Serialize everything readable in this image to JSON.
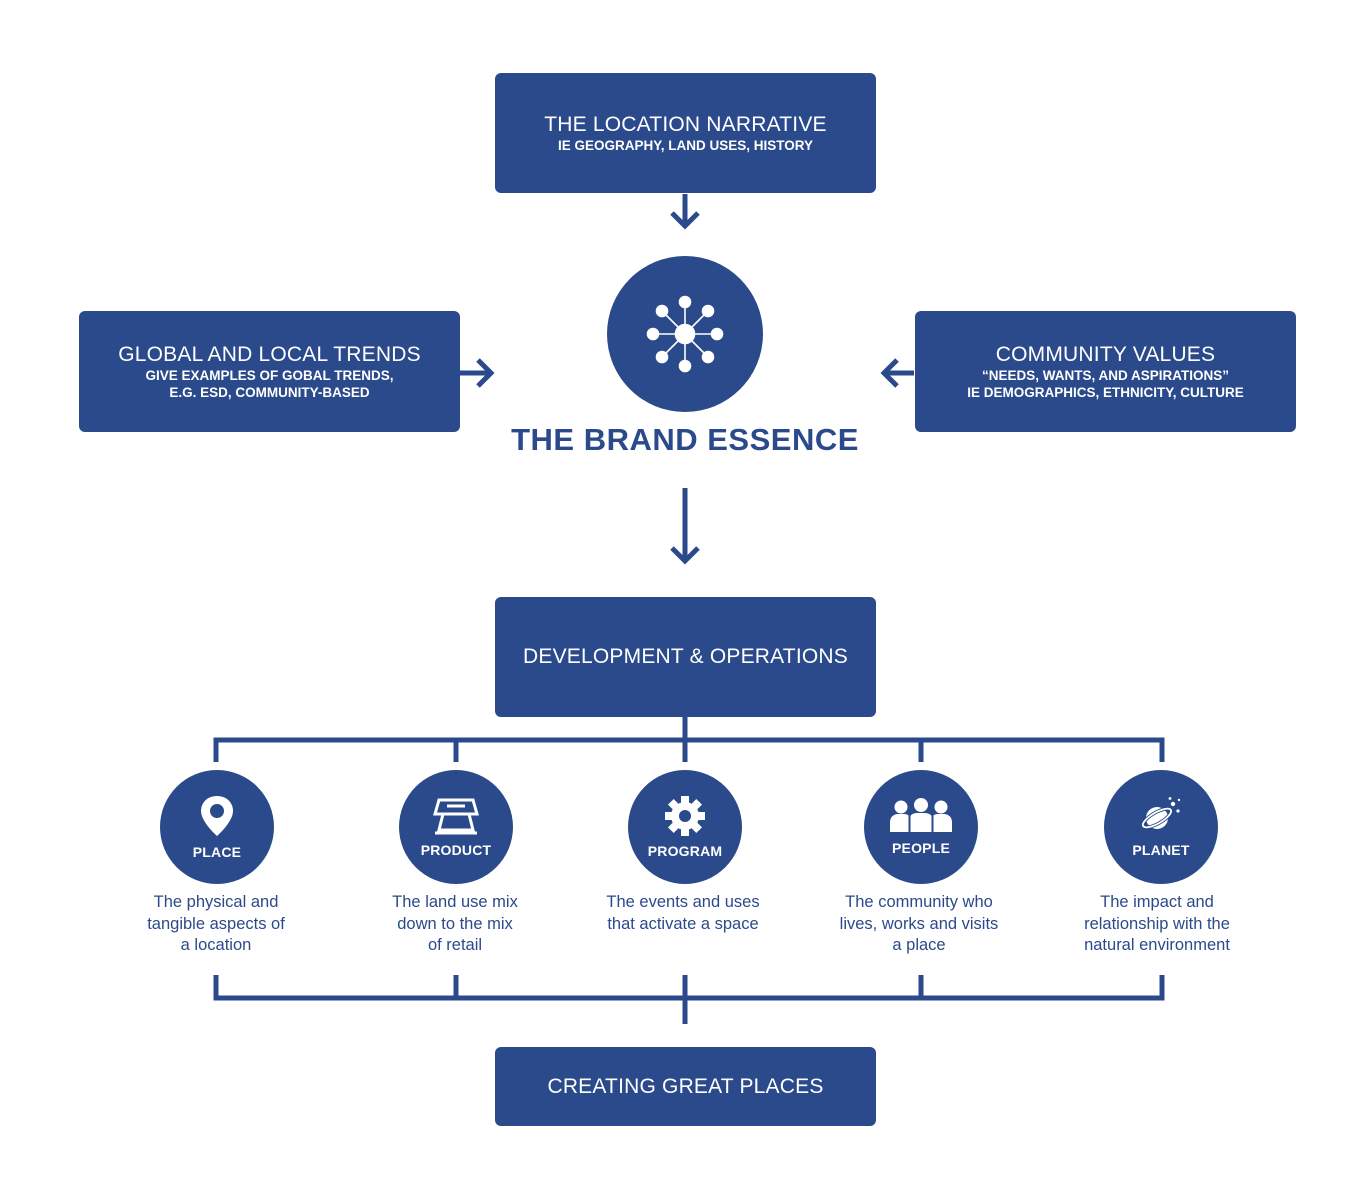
{
  "top_box": {
    "title": "THE LOCATION NARRATIVE",
    "subtitle": "IE GEOGRAPHY, LAND USES, HISTORY"
  },
  "left_box": {
    "title": "GLOBAL AND LOCAL TRENDS",
    "subtitle_line1": "GIVE EXAMPLES OF GOBAL TRENDS,",
    "subtitle_line2": "E.G. ESD, COMMUNITY-BASED"
  },
  "right_box": {
    "title": "COMMUNITY VALUES",
    "subtitle_line1": "“NEEDS, WANTS, AND ASPIRATIONS”",
    "subtitle_line2": "IE DEMOGRAPHICS, ETHNICITY, CULTURE"
  },
  "brand": {
    "title": "THE BRAND ESSENCE",
    "icon": "network-hub-icon"
  },
  "development_box": {
    "title": "DEVELOPMENT & OPERATIONS"
  },
  "pillars": [
    {
      "label": "PLACE",
      "icon": "location-pin-icon",
      "desc_line1": "The physical and",
      "desc_line2": "tangible aspects of",
      "desc_line3": "a location"
    },
    {
      "label": "PRODUCT",
      "icon": "storefront-icon",
      "desc_line1": "The land use mix",
      "desc_line2": "down to the mix",
      "desc_line3": "of retail"
    },
    {
      "label": "PROGRAM",
      "icon": "gear-icon",
      "desc_line1": "The events and uses",
      "desc_line2": "that activate a space"
    },
    {
      "label": "PEOPLE",
      "icon": "people-group-icon",
      "desc_line1": "The community who",
      "desc_line2": "lives, works and visits",
      "desc_line3": "a place"
    },
    {
      "label": "PLANET",
      "icon": "planet-icon",
      "desc_line1": "The impact and",
      "desc_line2": "relationship with the",
      "desc_line3": "natural environment"
    }
  ],
  "bottom_box": {
    "title": "CREATING GREAT PLACES"
  },
  "colors": {
    "primary": "#2b4a8b",
    "text_on_primary": "#ffffff",
    "background": "#ffffff"
  }
}
